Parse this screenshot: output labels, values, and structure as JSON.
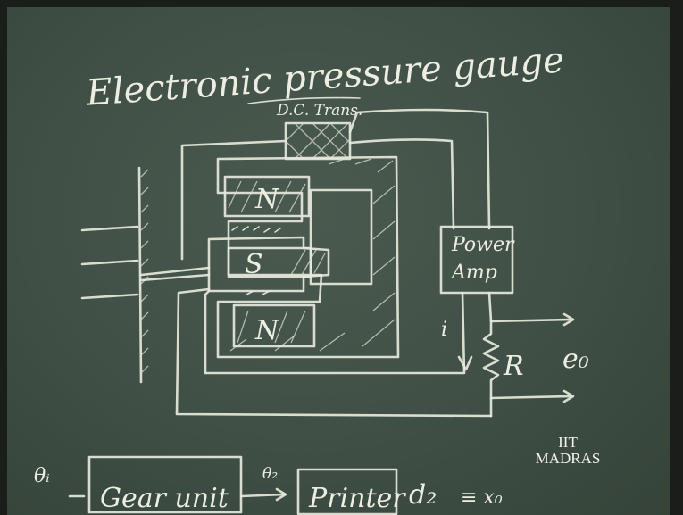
{
  "title": "Electronic pressure gauge",
  "labels": {
    "transducer": "D.C. Trans.",
    "north_top": "N",
    "south": "S",
    "north_bottom": "N",
    "amplifier_line1": "Power",
    "amplifier_line2": "Amp",
    "current": "i",
    "resistor": "R",
    "output": "e₀"
  },
  "bottom_row": {
    "input": "θᵢ",
    "gear_unit": "Gear unit",
    "theta2": "θ₂",
    "printer": "Printer",
    "d2": "d₂",
    "x0": "≡ x₀"
  },
  "watermark": {
    "line1": "IIT",
    "line2": "MADRAS"
  }
}
